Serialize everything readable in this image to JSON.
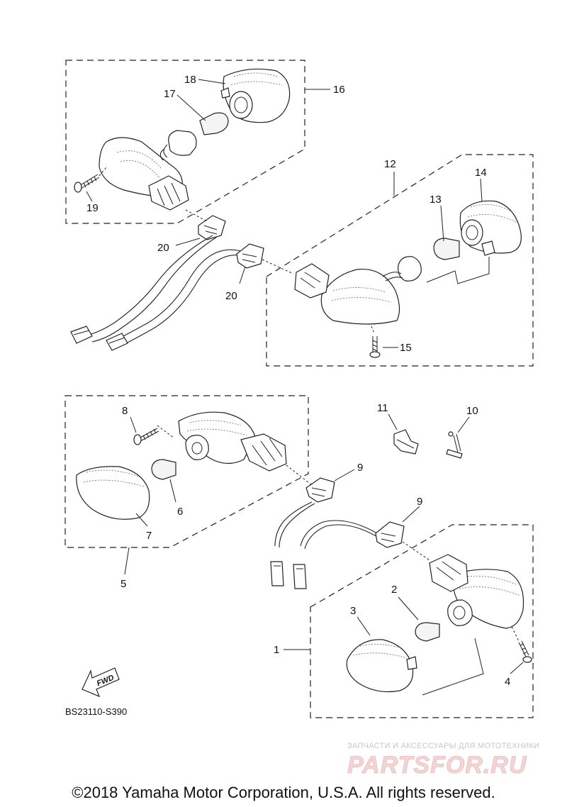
{
  "labels": {
    "p1": "1",
    "p2": "2",
    "p3": "3",
    "p4": "4",
    "p5": "5",
    "p6": "6",
    "p7": "7",
    "p8": "8",
    "p9a": "9",
    "p9b": "9",
    "p10": "10",
    "p11": "11",
    "p12": "12",
    "p13": "13",
    "p14": "14",
    "p15": "15",
    "p16": "16",
    "p17": "17",
    "p18": "18",
    "p19": "19",
    "p20a": "20",
    "p20b": "20"
  },
  "arrow_label": "FWD",
  "diagram_code": "BS23110-S390",
  "copyright": "©2018 Yamaha Motor Corporation, U.S.A. All rights reserved.",
  "watermark": {
    "subtitle": "ЗАПЧАСТИ И АКСЕССУАРЫ ДЛЯ МОТОТЕХНИКИ",
    "brand": "PARTSFOR.RU"
  }
}
